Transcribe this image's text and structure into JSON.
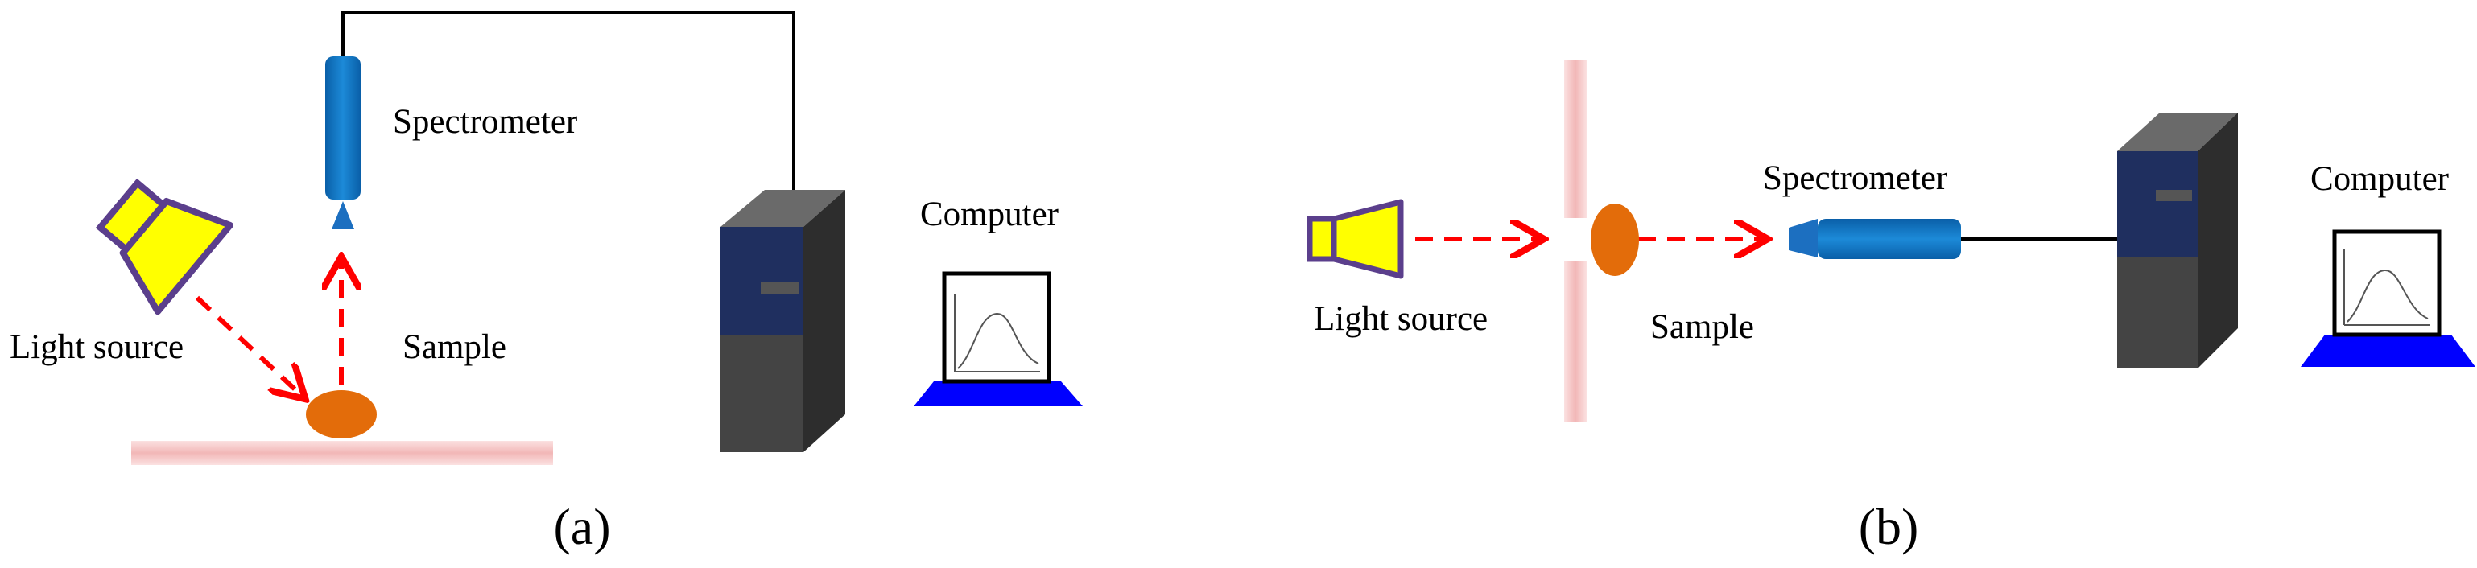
{
  "panel_a": {
    "caption": "(a)",
    "labels": {
      "light_source": "Light source",
      "sample": "Sample",
      "spectrometer": "Spectrometer",
      "computer": "Computer"
    }
  },
  "panel_b": {
    "caption": "(b)",
    "labels": {
      "light_source": "Light source",
      "sample": "Sample",
      "spectrometer": "Spectrometer",
      "computer": "Computer"
    }
  },
  "colors": {
    "source_fill": "#ffff00",
    "source_outline": "#5b3f8c",
    "beam": "#ff0000",
    "sample": "#e36c0a",
    "spectrometer": "#0070c0",
    "computer_case": "#3f3f3f",
    "computer_front": "#1f2f5f",
    "monitor_base": "#0000ff",
    "holder": "#f4c2c2",
    "cable": "#000000"
  },
  "icons": [
    "light-source-icon",
    "spectrometer-icon",
    "sample-icon",
    "computer-tower-icon",
    "monitor-icon",
    "stage-icon",
    "slit-icon"
  ]
}
